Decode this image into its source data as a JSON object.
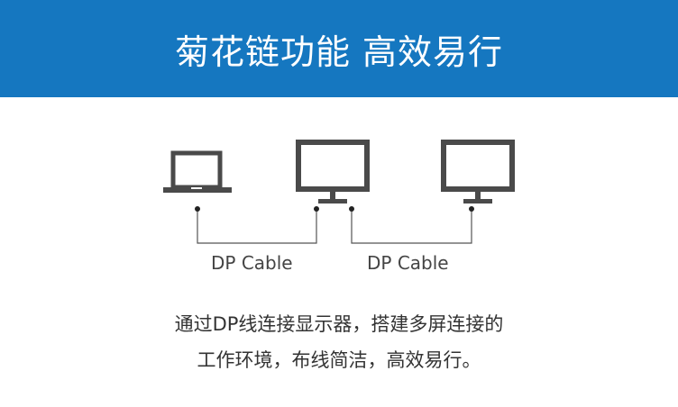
{
  "header": {
    "title": "菊花链功能 高效易行",
    "background_color": "#1577c0"
  },
  "diagram": {
    "devices": [
      {
        "name": "laptop",
        "icon": "laptop-icon"
      },
      {
        "name": "monitor-1",
        "icon": "monitor-icon"
      },
      {
        "name": "monitor-2",
        "icon": "monitor-icon"
      }
    ],
    "cables": [
      {
        "label": "DP Cable"
      },
      {
        "label": "DP Cable"
      }
    ],
    "icon_color": "#4a4a4a"
  },
  "description": {
    "line1": "通过DP线连接显示器，搭建多屏连接的",
    "line2": "工作环境，布线简洁，高效易行。"
  }
}
